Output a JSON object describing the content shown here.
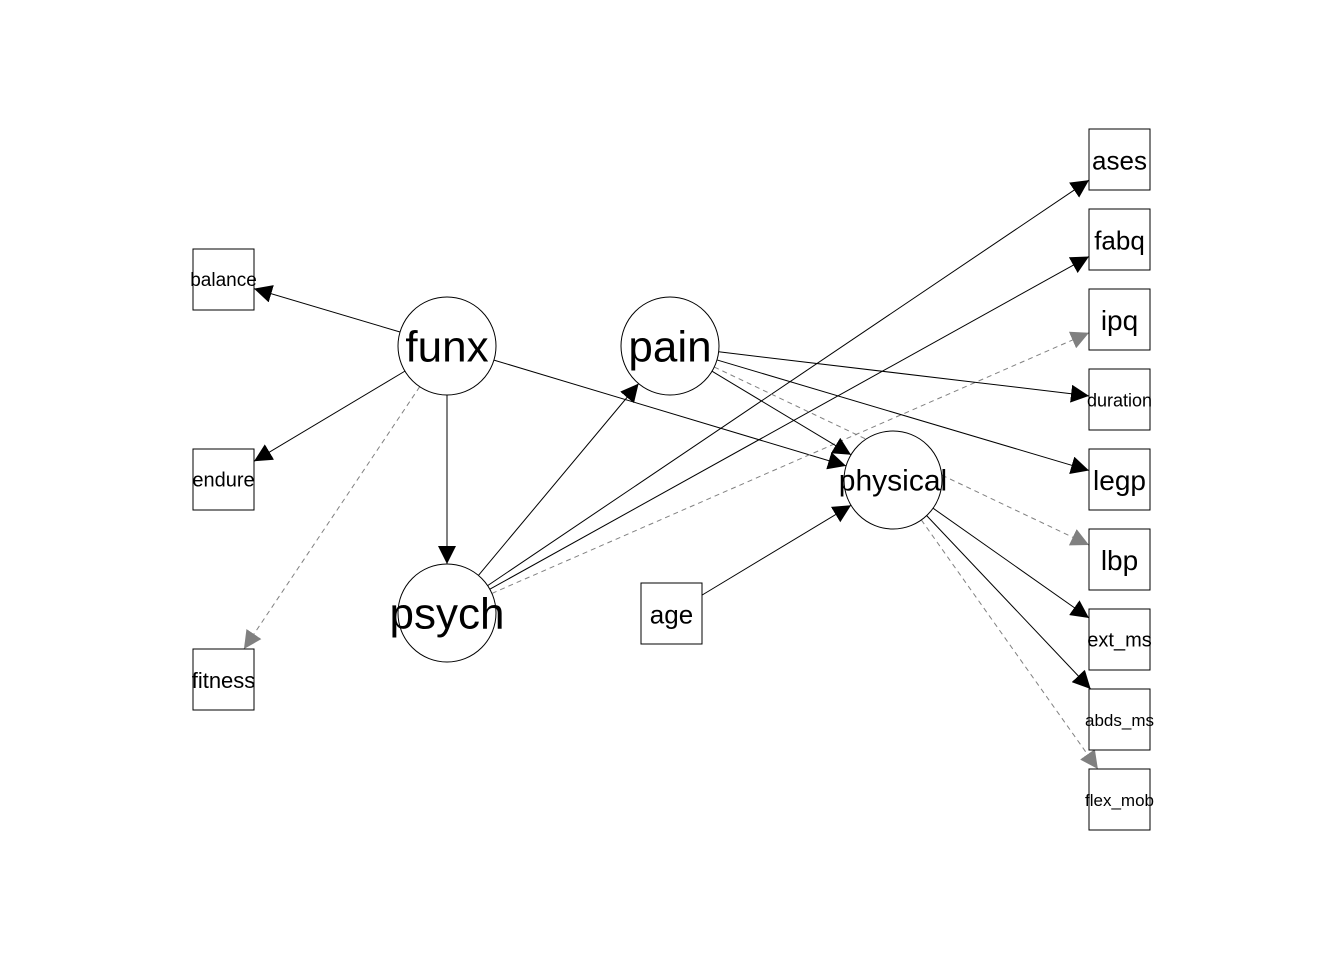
{
  "diagram": {
    "type": "path-diagram",
    "nodes": [
      {
        "id": "funx",
        "label": "funx",
        "shape": "circle",
        "kind": "latent"
      },
      {
        "id": "pain",
        "label": "pain",
        "shape": "circle",
        "kind": "latent"
      },
      {
        "id": "psych",
        "label": "psych",
        "shape": "circle",
        "kind": "latent"
      },
      {
        "id": "physical",
        "label": "physical",
        "shape": "circle",
        "kind": "latent"
      },
      {
        "id": "balance",
        "label": "balance",
        "shape": "box",
        "kind": "observed"
      },
      {
        "id": "endure",
        "label": "endure",
        "shape": "box",
        "kind": "observed"
      },
      {
        "id": "fitness",
        "label": "fitness",
        "shape": "box",
        "kind": "observed"
      },
      {
        "id": "age",
        "label": "age",
        "shape": "box",
        "kind": "observed"
      },
      {
        "id": "ases",
        "label": "ases",
        "shape": "box",
        "kind": "observed"
      },
      {
        "id": "fabq",
        "label": "fabq",
        "shape": "box",
        "kind": "observed"
      },
      {
        "id": "ipq",
        "label": "ipq",
        "shape": "box",
        "kind": "observed"
      },
      {
        "id": "duration",
        "label": "duration",
        "shape": "box",
        "kind": "observed"
      },
      {
        "id": "legp",
        "label": "legp",
        "shape": "box",
        "kind": "observed"
      },
      {
        "id": "lbp",
        "label": "lbp",
        "shape": "box",
        "kind": "observed"
      },
      {
        "id": "ext_ms",
        "label": "ext_ms",
        "shape": "box",
        "kind": "observed"
      },
      {
        "id": "abds_ms",
        "label": "abds_ms",
        "shape": "box",
        "kind": "observed"
      },
      {
        "id": "flex_mob",
        "label": "flex_mob",
        "shape": "box",
        "kind": "observed"
      }
    ],
    "edges": [
      {
        "from": "funx",
        "to": "balance",
        "style": "solid"
      },
      {
        "from": "funx",
        "to": "endure",
        "style": "solid"
      },
      {
        "from": "funx",
        "to": "fitness",
        "style": "dashed"
      },
      {
        "from": "funx",
        "to": "psych",
        "style": "solid"
      },
      {
        "from": "funx",
        "to": "physical",
        "style": "solid"
      },
      {
        "from": "psych",
        "to": "pain",
        "style": "solid"
      },
      {
        "from": "psych",
        "to": "ases",
        "style": "solid"
      },
      {
        "from": "psych",
        "to": "fabq",
        "style": "solid"
      },
      {
        "from": "psych",
        "to": "ipq",
        "style": "dashed"
      },
      {
        "from": "pain",
        "to": "duration",
        "style": "solid"
      },
      {
        "from": "pain",
        "to": "legp",
        "style": "solid"
      },
      {
        "from": "pain",
        "to": "lbp",
        "style": "dashed"
      },
      {
        "from": "pain",
        "to": "physical",
        "style": "solid"
      },
      {
        "from": "age",
        "to": "physical",
        "style": "solid"
      },
      {
        "from": "physical",
        "to": "ext_ms",
        "style": "solid"
      },
      {
        "from": "physical",
        "to": "abds_ms",
        "style": "solid"
      },
      {
        "from": "physical",
        "to": "flex_mob",
        "style": "dashed"
      }
    ],
    "colors": {
      "solid": "#000000",
      "dashed": "#808080"
    }
  }
}
